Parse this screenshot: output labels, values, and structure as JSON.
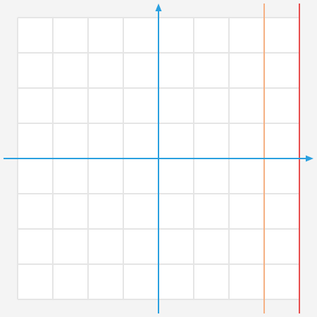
{
  "graph": {
    "grid": {
      "visible": true,
      "x_min": -4,
      "x_max": 4,
      "y_min": -4,
      "y_max": 4,
      "step": 1,
      "fill_color": "#ffffff",
      "line_color": "#e5e5e5"
    },
    "axes": {
      "color": "#2aa0e0",
      "x_axis_arrow": true,
      "y_axis_arrow": true
    },
    "vertical_lines": [
      {
        "id": "orange-line",
        "x": 3,
        "color": "#f5b184"
      },
      {
        "id": "red-line",
        "x": 4,
        "color": "#e84e4e"
      }
    ]
  }
}
